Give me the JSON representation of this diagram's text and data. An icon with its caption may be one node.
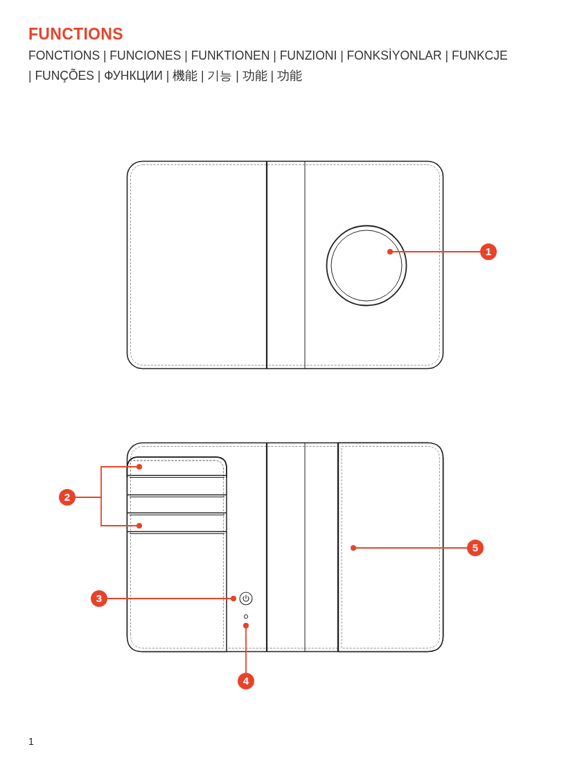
{
  "diagram": {
    "title": "FUNCTIONS",
    "nodes": [
      {
        "text": [
          "1"
        ]
      },
      {
        "text": [],
        "shape": "circle"
      },
      {
        "text": [
          "2"
        ]
      },
      {
        "text": [],
        "shape": "box"
      },
      {
        "text": [],
        "shape": "box"
      },
      {
        "text": [
          "3"
        ]
      },
      {
        "text": [],
        "shape": "circle"
      },
      {
        "text": [
          "4"
        ]
      },
      {
        "text": [],
        "shape": "circle"
      },
      {
        "text": [
          "5"
        ]
      },
      {
        "text": [],
        "shape": "box"
      }
    ],
    "edges": [
      {
        "from": 0,
        "to": 1,
        "arrow": "other"
      },
      {
        "from": 2,
        "to": 3,
        "arrow": "other"
      },
      {
        "from": 2,
        "to": 4,
        "arrow": "other"
      },
      {
        "from": 5,
        "to": 6,
        "arrow": "other"
      },
      {
        "from": 7,
        "to": 8,
        "arrow": "other"
      },
      {
        "from": 9,
        "to": 10,
        "arrow": "other"
      }
    ],
    "labels": [
      "FONCTIONS | FUNCIONES | FUNKTIONEN | FUNZIONI | FONKSİYONLAR | FUNKCJE | FUNÇÕES | ФУНКЦИИ | 機能 | 기능 | 功能 | 功能",
      "1"
    ]
  }
}
